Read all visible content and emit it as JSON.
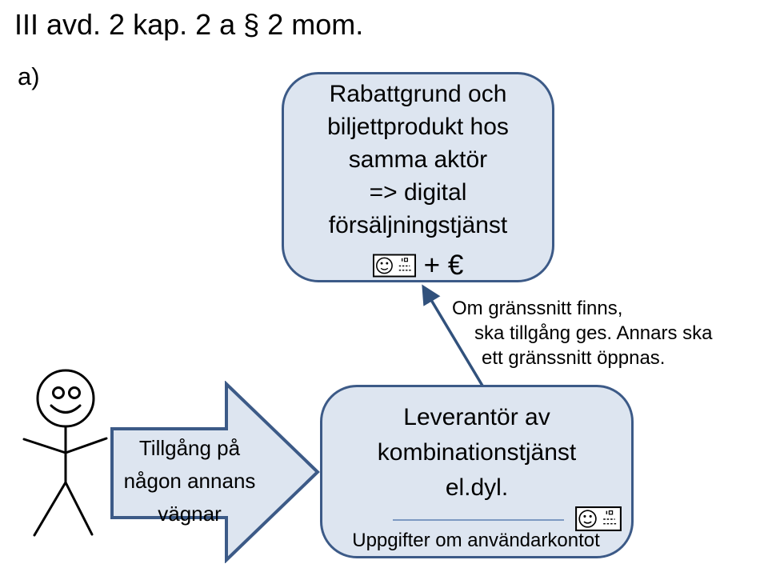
{
  "slide": {
    "title": "III avd. 2 kap. 2 a § 2 mom.",
    "item_label": "a)"
  },
  "top_box": {
    "lines": [
      "Rabattgrund och",
      "biljettprodukt hos",
      "samma aktör",
      "=> digital",
      "försäljningstjänst"
    ],
    "price_suffix": "+ €"
  },
  "annotation": {
    "lines": [
      "Om gränssnitt finns,",
      "ska tillgång ges. Annars ska",
      "ett gränssnitt öppnas."
    ]
  },
  "block_arrow": {
    "lines": [
      "Tillgång på",
      "någon annans",
      "vägnar"
    ]
  },
  "bottom_box": {
    "lines": [
      "Leverantör av",
      "kombinationstjänst",
      "el.dyl."
    ],
    "footer": "Uppgifter om användarkontot"
  },
  "icons": {
    "top_box_icon": "user-account-id-card-icon",
    "bottom_box_icon": "user-account-id-card-icon",
    "person": "stick-figure-person-icon",
    "up_arrow": "connector-arrow-icon",
    "big_arrow": "block-arrow-right-icon"
  },
  "colors": {
    "box_fill": "#dde5f0",
    "box_border": "#3c5a87",
    "connector": "#31517c",
    "underline": "#7d99c2",
    "text": "#000000",
    "background": "#ffffff"
  }
}
